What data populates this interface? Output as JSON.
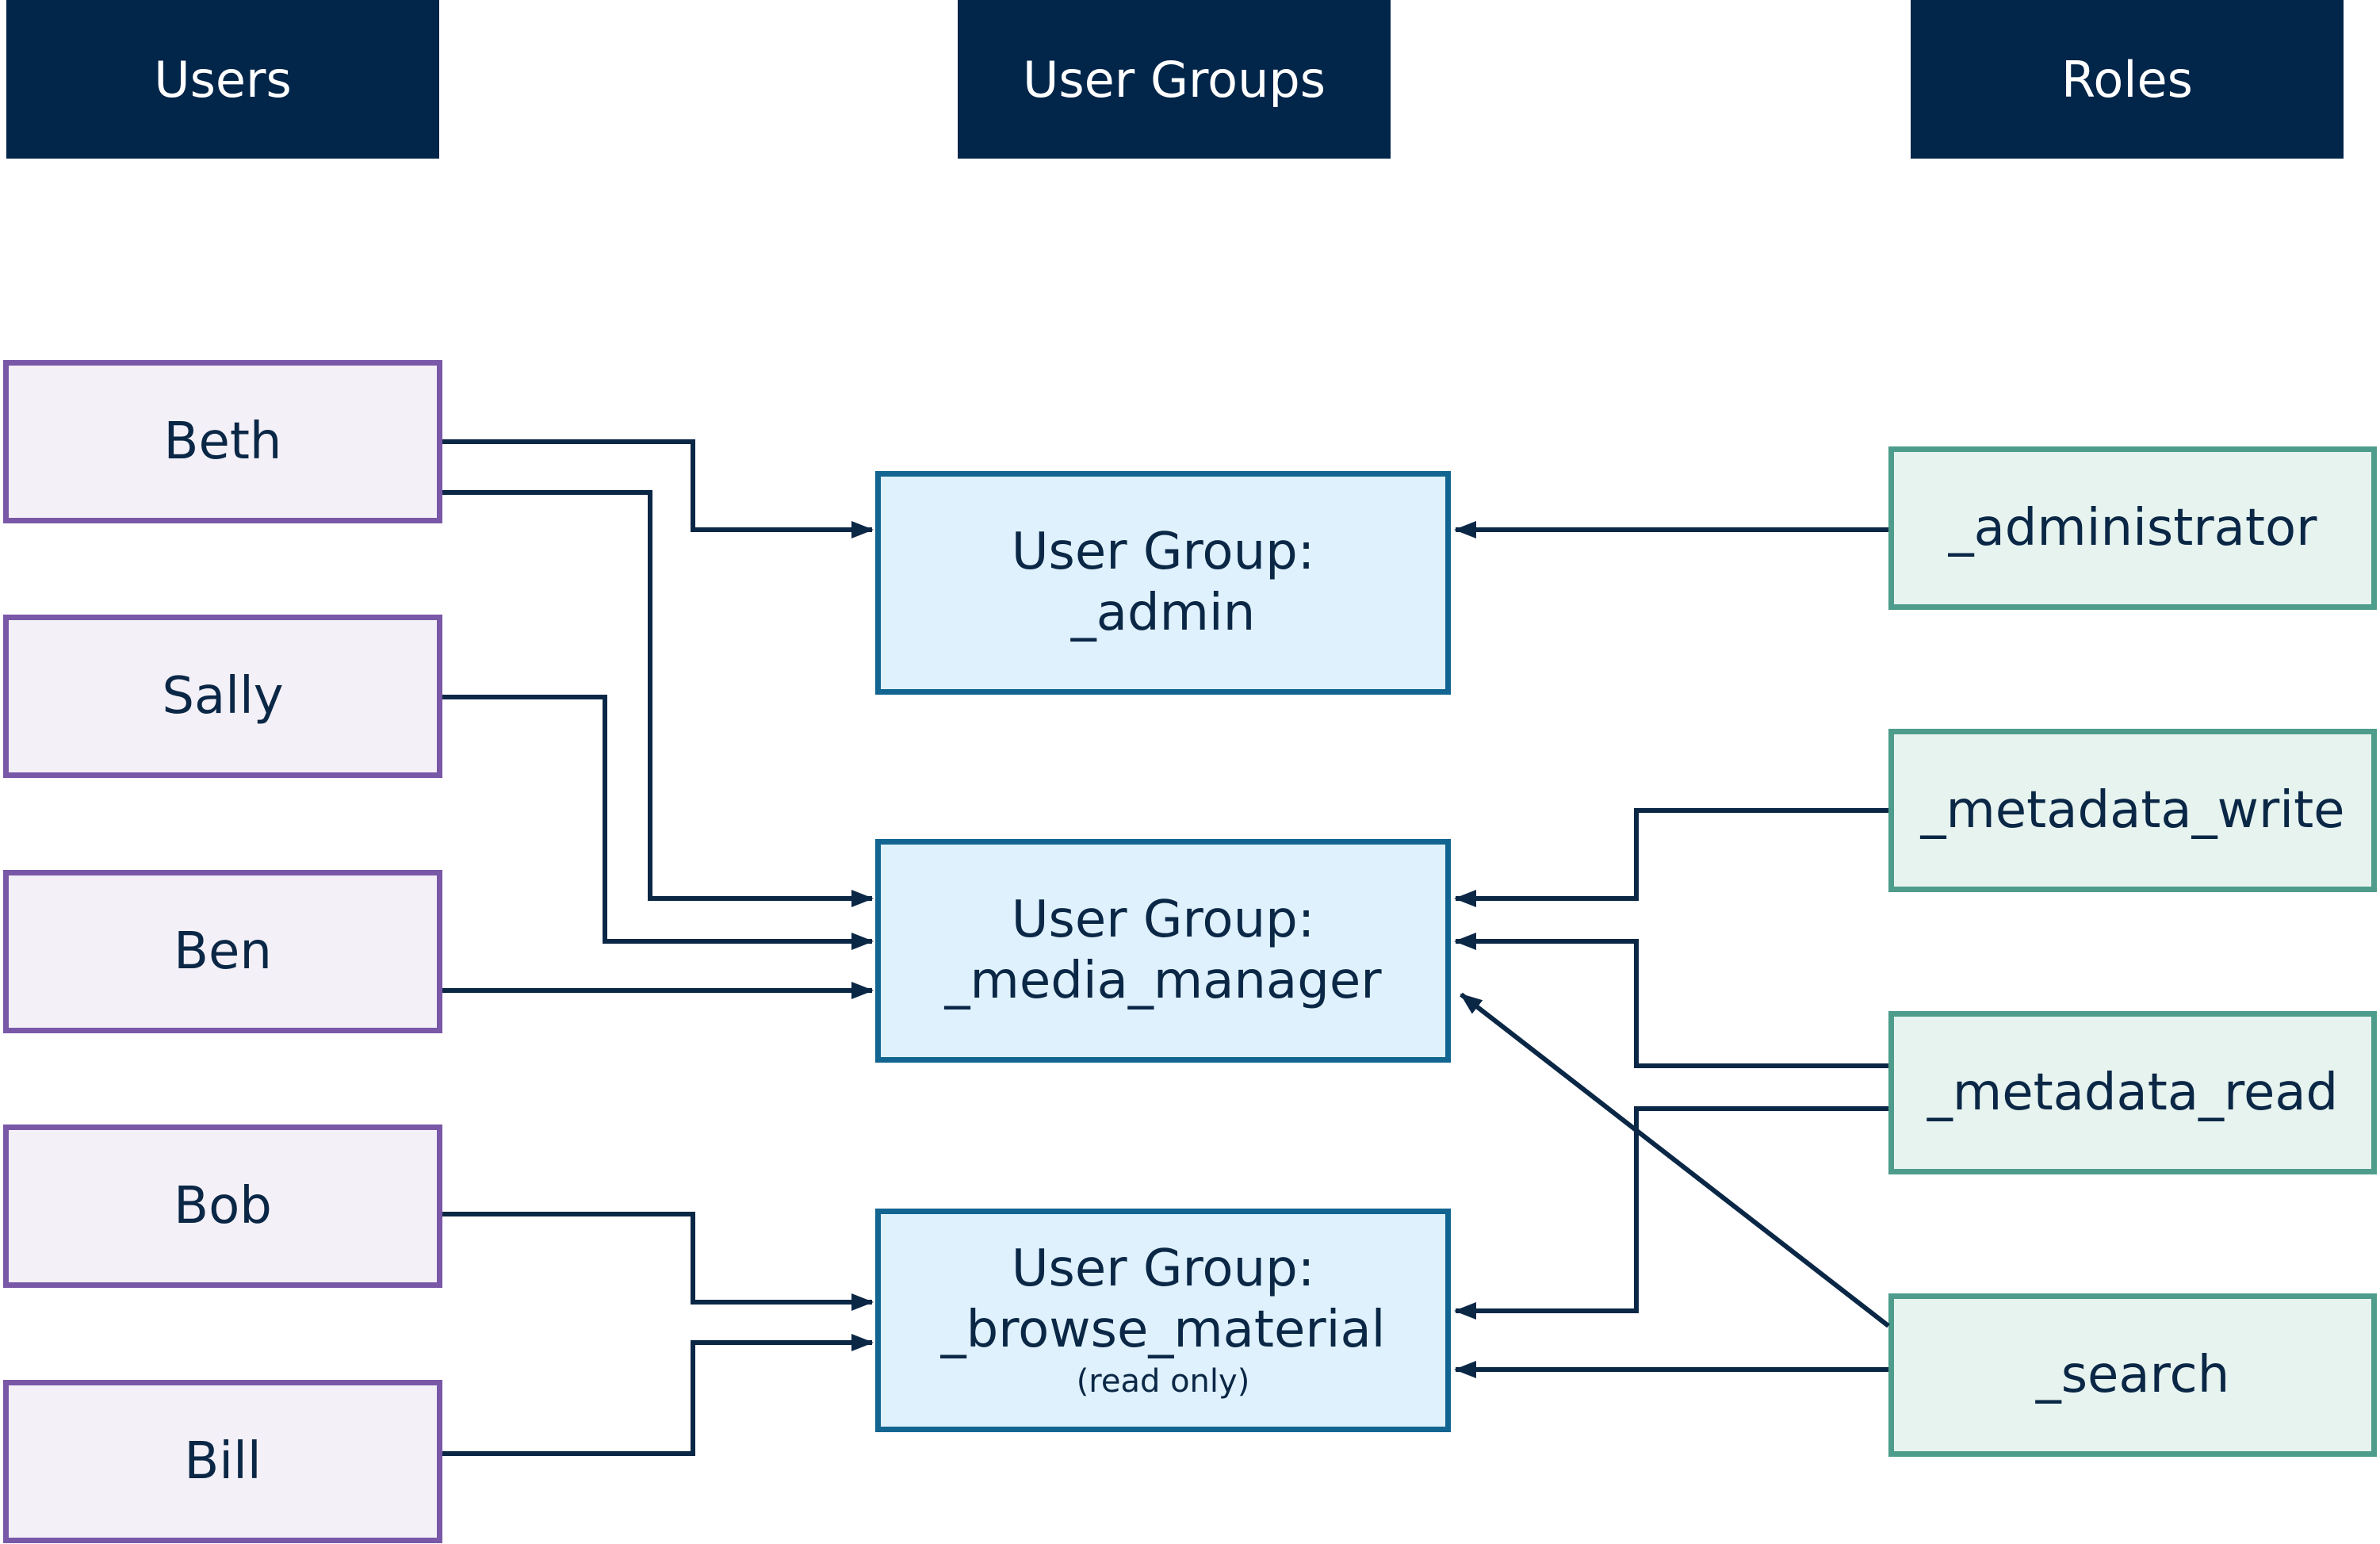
{
  "headers": {
    "users": "Users",
    "user_groups": "User Groups",
    "roles": "Roles"
  },
  "users": {
    "beth": "Beth",
    "sally": "Sally",
    "ben": "Ben",
    "bob": "Bob",
    "bill": "Bill"
  },
  "groups": {
    "admin": {
      "line1": "User Group:",
      "line2": "_admin"
    },
    "media_manager": {
      "line1": "User Group:",
      "line2": "_media_manager"
    },
    "browse_material": {
      "line1": "User Group:",
      "line2": "_browse_material",
      "note": "(read only)"
    }
  },
  "roles": {
    "administrator": "_administrator",
    "metadata_write": "_metadata_write",
    "metadata_read": "_metadata_read",
    "search": "_search"
  },
  "links": [
    {
      "from": "Beth",
      "to": "_admin"
    },
    {
      "from": "Beth",
      "to": "_media_manager"
    },
    {
      "from": "Sally",
      "to": "_media_manager"
    },
    {
      "from": "Ben",
      "to": "_media_manager"
    },
    {
      "from": "Bob",
      "to": "_browse_material"
    },
    {
      "from": "Bill",
      "to": "_browse_material"
    },
    {
      "from": "_administrator",
      "to": "_admin"
    },
    {
      "from": "_metadata_write",
      "to": "_media_manager"
    },
    {
      "from": "_metadata_read",
      "to": "_media_manager"
    },
    {
      "from": "_metadata_read",
      "to": "_browse_material"
    },
    {
      "from": "_search",
      "to": "_media_manager"
    },
    {
      "from": "_search",
      "to": "_browse_material"
    }
  ],
  "colors": {
    "header": "#02254a",
    "user_border": "#7a58a8",
    "group_border": "#136591",
    "role_border": "#4e9c8b",
    "connector": "#0b2746"
  }
}
